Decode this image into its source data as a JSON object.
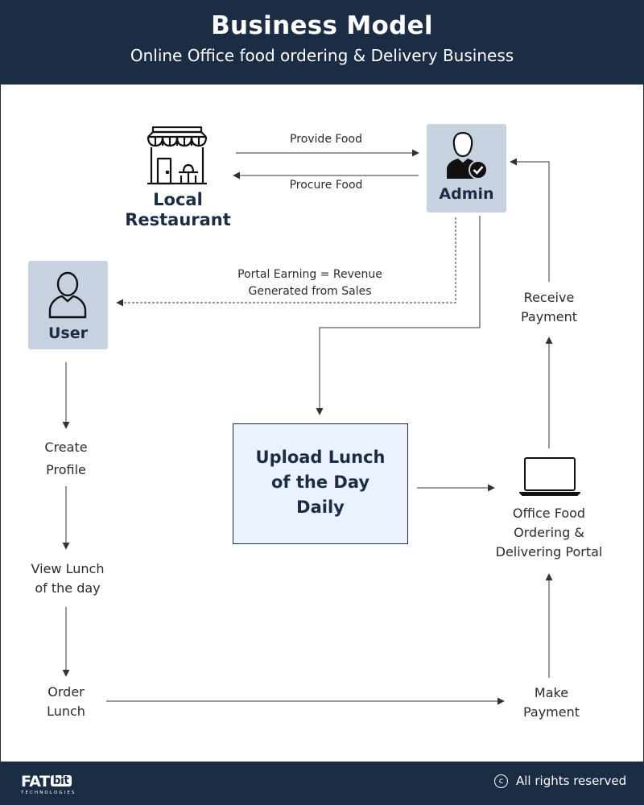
{
  "header": {
    "title": "Business Model",
    "subtitle": "Online Office food ordering & Delivery Business"
  },
  "nodes": {
    "restaurant": "Local\nRestaurant",
    "admin": "Admin",
    "user": "User",
    "upload": "Upload Lunch\nof the Day\nDaily",
    "create_profile": "Create\nProfile",
    "view_lunch": "View Lunch\nof the day",
    "order_lunch": "Order\nLunch",
    "make_payment": "Make\nPayment",
    "portal": "Office Food\nOrdering &\nDelivering Portal",
    "receive_payment": "Receive\nPayment"
  },
  "edges": {
    "provide_food": "Provide Food",
    "procure_food": "Procure Food",
    "portal_earning": "Portal Earning = Revenue\nGenerated from Sales"
  },
  "icons": {
    "restaurant": "storefront-icon",
    "admin": "admin-verified-user-icon",
    "user": "user-icon",
    "portal": "laptop-icon"
  },
  "footer": {
    "logo_main": "FAT",
    "logo_bit": "bit",
    "logo_sub": "TECHNOLOGIES",
    "copyright_symbol": "c",
    "rights": "All rights reserved"
  },
  "colors": {
    "navy": "#1b2d45",
    "node_fill": "#c6d2e0",
    "highlight_fill": "#eaf3fd",
    "text": "#2b2b2b",
    "line": "#333333"
  }
}
